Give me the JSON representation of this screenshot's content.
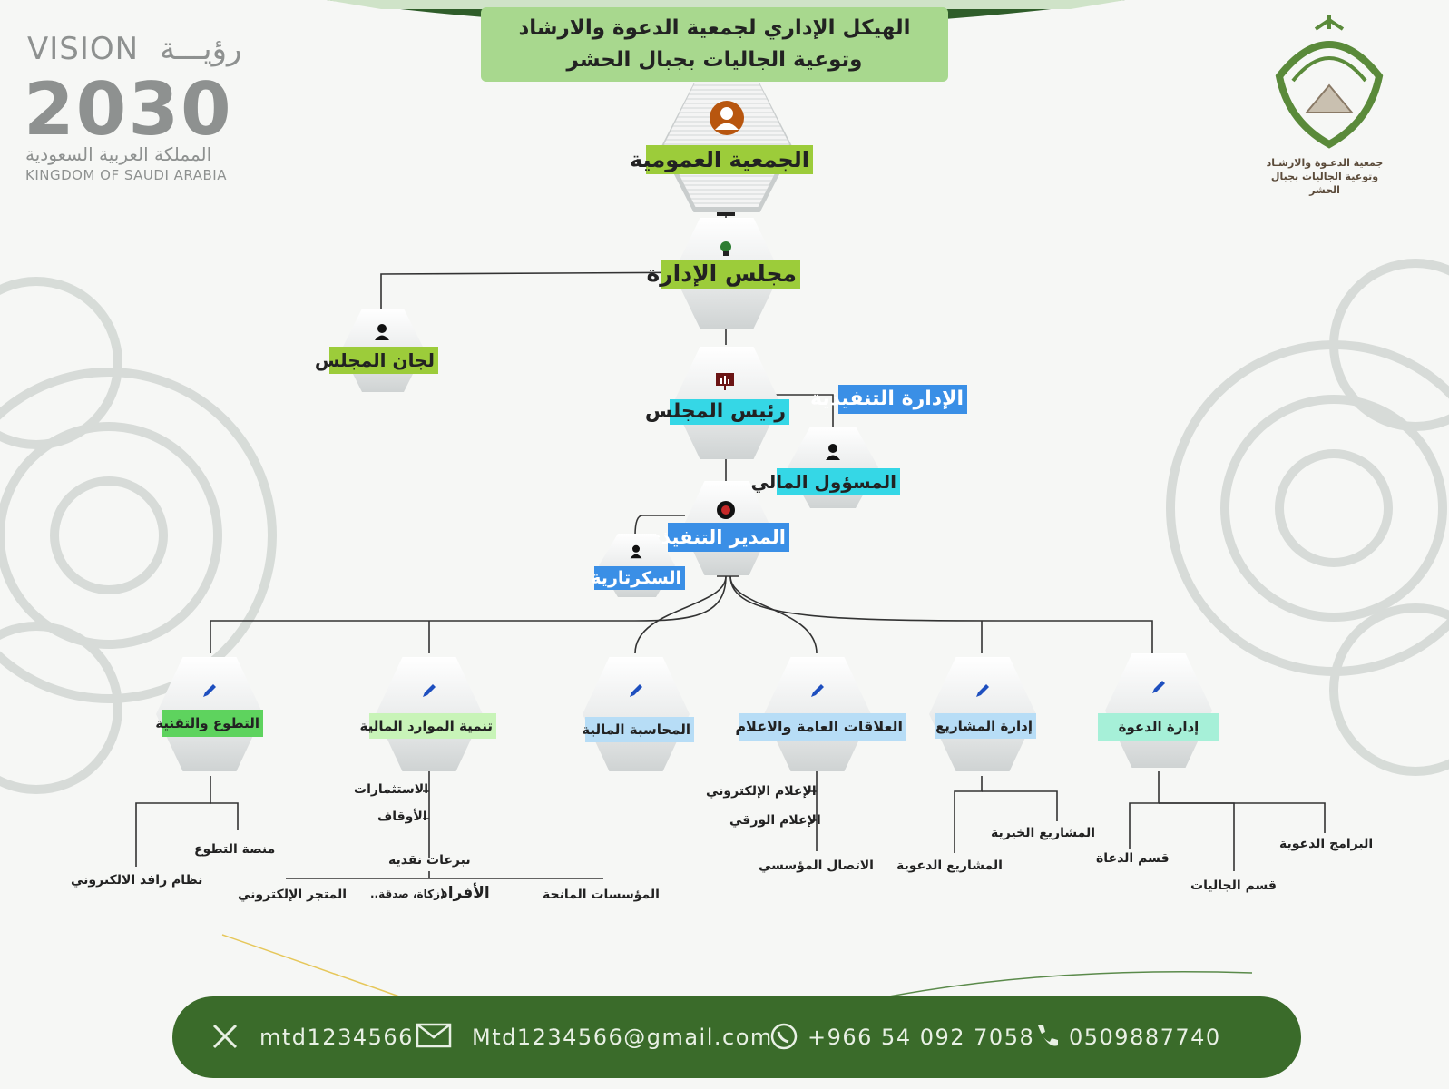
{
  "title": {
    "line1": "الهيكل الإداري لجمعية الدعوة والارشاد",
    "line2": "وتوعية الجاليات بجبال الحشر"
  },
  "vision_logo": {
    "word_en": "VISION",
    "word_ar": "رؤيـــة",
    "year": "2030",
    "kingdom_ar": "المملكة العربية السعودية",
    "kingdom_en": "KINGDOM OF SAUDI ARABIA"
  },
  "org_logo": {
    "name_line1": "جمعية الدعـوة والارشـاد",
    "name_line2": "وتوعية الجاليات بجبال الحشر"
  },
  "nodes": {
    "general_assembly": "الجمعية العمومية",
    "board": "مجلس الإدارة",
    "board_committees": "لجان المجلس",
    "chairman": "رئيس المجلس",
    "executive_management": "الإدارة التنفيذية",
    "financial_officer": "المسؤول المالي",
    "executive_director": "المدير التنفيذي",
    "secretariat": "السكرتارية"
  },
  "departments": [
    {
      "label": "التطوع والتقنية",
      "subs": [
        "منصة التطوع",
        "نظام رافد الالكتروني"
      ]
    },
    {
      "label": "تنمية الموارد المالية",
      "subs": [
        "الاستثمارات",
        "الأوقاف",
        "تبرعات نقدية"
      ]
    },
    {
      "label": "المحاسبة المالية",
      "subs": []
    },
    {
      "label": "العلاقات العامة والاعلام",
      "subs": [
        "الإعلام الإلكتروني",
        "الإعلام الورقي",
        "الاتصال المؤسسي"
      ]
    },
    {
      "label": "إدارة المشاريع",
      "subs": [
        "المشاريع الخيرية",
        "المشاريع الدعوية"
      ]
    },
    {
      "label": "إدارة الدعوة",
      "subs": [
        "البرامج الدعوية",
        "قسم الدعاة",
        "قسم الجاليات"
      ]
    }
  ],
  "donations_sub": {
    "store": "المتجر الإلكتروني",
    "individuals": "الأفراد",
    "individuals_note": "(زكاة، صدقة..",
    "institutions": "المؤسسات المانحة"
  },
  "footer": {
    "twitter": "mtd1234566",
    "email": "Mtd1234566@gmail.com",
    "whatsapp": "+966 54 092 7058",
    "phone": "0509887740"
  },
  "colors": {
    "green_label": "#9ccc3a",
    "cyan_label": "#35d7e6",
    "blue_label": "#3a8fe6",
    "footer_bg": "#3a6b2a"
  },
  "icons": [
    "person-icon",
    "lightbulb-icon",
    "presentation-icon",
    "gear-icon",
    "pen-icon",
    "x-icon",
    "mail-icon",
    "whatsapp-icon",
    "phone-icon"
  ]
}
